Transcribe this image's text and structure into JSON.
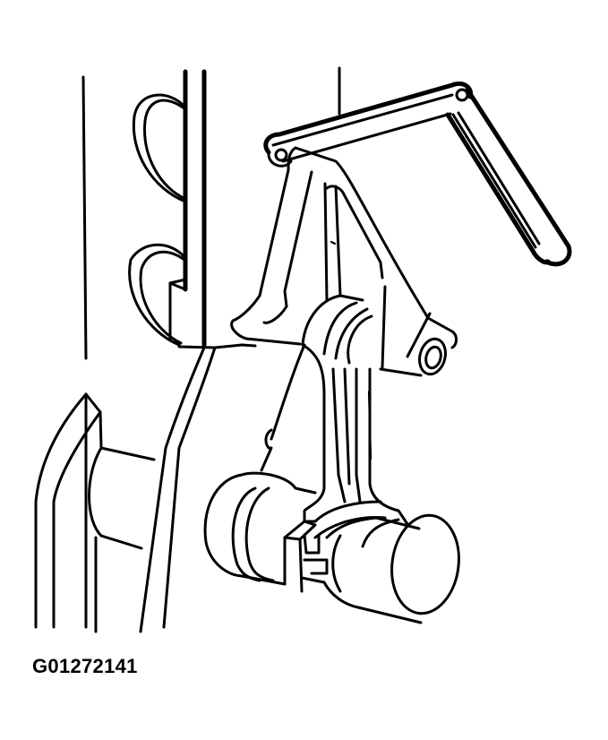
{
  "figure": {
    "id_label": "G01272141",
    "type": "technical-line-illustration",
    "subject": "engine block with crankshaft journal, connecting rod and bracket tool",
    "colors": {
      "line": "#000000",
      "background": "#ffffff"
    }
  },
  "components": [
    {
      "name": "engine-block-wall",
      "description": "vertical block wall at left"
    },
    {
      "name": "cylinder-bore-cutouts",
      "description": "two curved cutouts on block"
    },
    {
      "name": "main-bearing-cap",
      "description": "lower left journal housing"
    },
    {
      "name": "bracket-tool-arm",
      "description": "L-shaped arm with pivot holes at top"
    },
    {
      "name": "bracket-tool-frame",
      "description": "triangular frame hooked over rod"
    },
    {
      "name": "connecting-rod",
      "description": "vertical rod between small end and big end"
    },
    {
      "name": "crankshaft-journal",
      "description": "cylindrical journal at bottom"
    },
    {
      "name": "pivot-boss",
      "description": "small boss with hole at right of frame"
    }
  ]
}
